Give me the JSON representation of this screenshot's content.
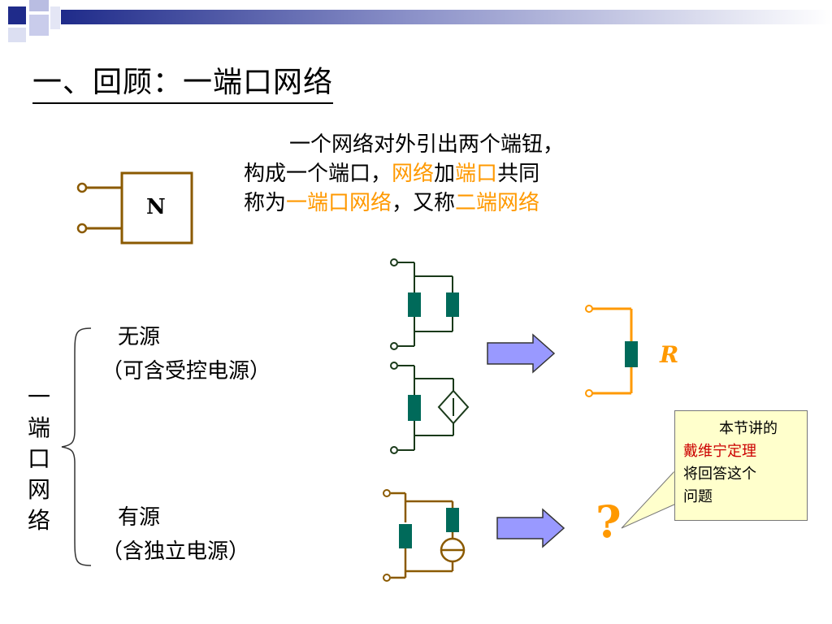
{
  "slide": {
    "title": "一、回顾：一端口网络",
    "description": {
      "line1": "一个网络对外引出两个端钮，",
      "line2_a": "构成一个端口，",
      "line2_b": "网络",
      "line2_c": "加",
      "line2_d": "端口",
      "line2_e": "共同",
      "line3_a": "称为",
      "line3_b": "一端口网络",
      "line3_c": "，又称",
      "line3_d": "二端网络"
    },
    "network_box_label": "N",
    "vertical_label": [
      "一",
      "端",
      "口",
      "网",
      "络"
    ],
    "passive": {
      "title": "无源",
      "note": "（可含受控电源）"
    },
    "active": {
      "title": "有源",
      "note": "（含独立电源）"
    },
    "equivalent_label": "R",
    "question_mark": "?",
    "callout": {
      "line1": "本节讲的",
      "line2": "戴维宁定理",
      "line3": "将回答这个",
      "line4": "问题"
    }
  },
  "colors": {
    "brown": "#8b5a00",
    "orange": "#ff9900",
    "teal": "#006a5a",
    "arrow_fill": "#9999ff",
    "callout_bg": "#ffffcc",
    "header_blue": "#1f2b8a"
  }
}
